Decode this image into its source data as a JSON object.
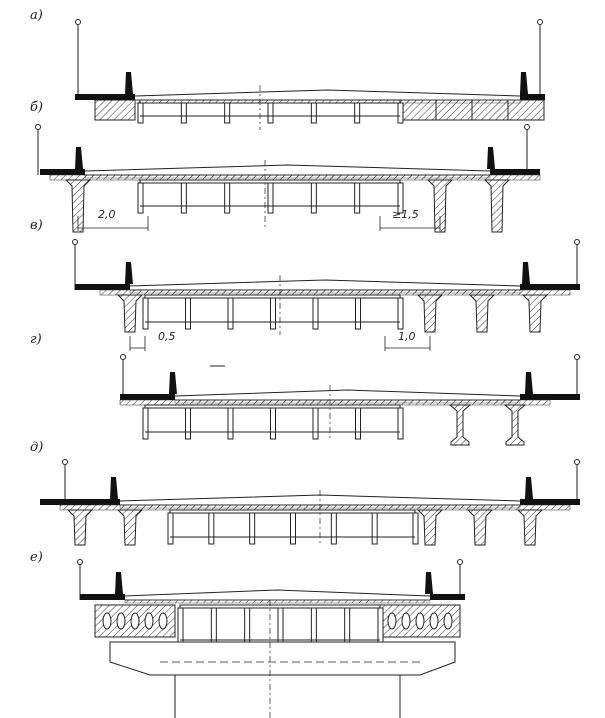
{
  "figure": {
    "sections": [
      {
        "id": "a",
        "label": "а)"
      },
      {
        "id": "b",
        "label": "б)"
      },
      {
        "id": "v",
        "label": "в)"
      },
      {
        "id": "g",
        "label": "г)"
      },
      {
        "id": "d",
        "label": "д)"
      },
      {
        "id": "e",
        "label": "е)"
      }
    ],
    "dimensions": {
      "b_left": "2,0",
      "b_right": "≥1,5",
      "v_left": "0,5",
      "v_right": "1,0"
    }
  }
}
